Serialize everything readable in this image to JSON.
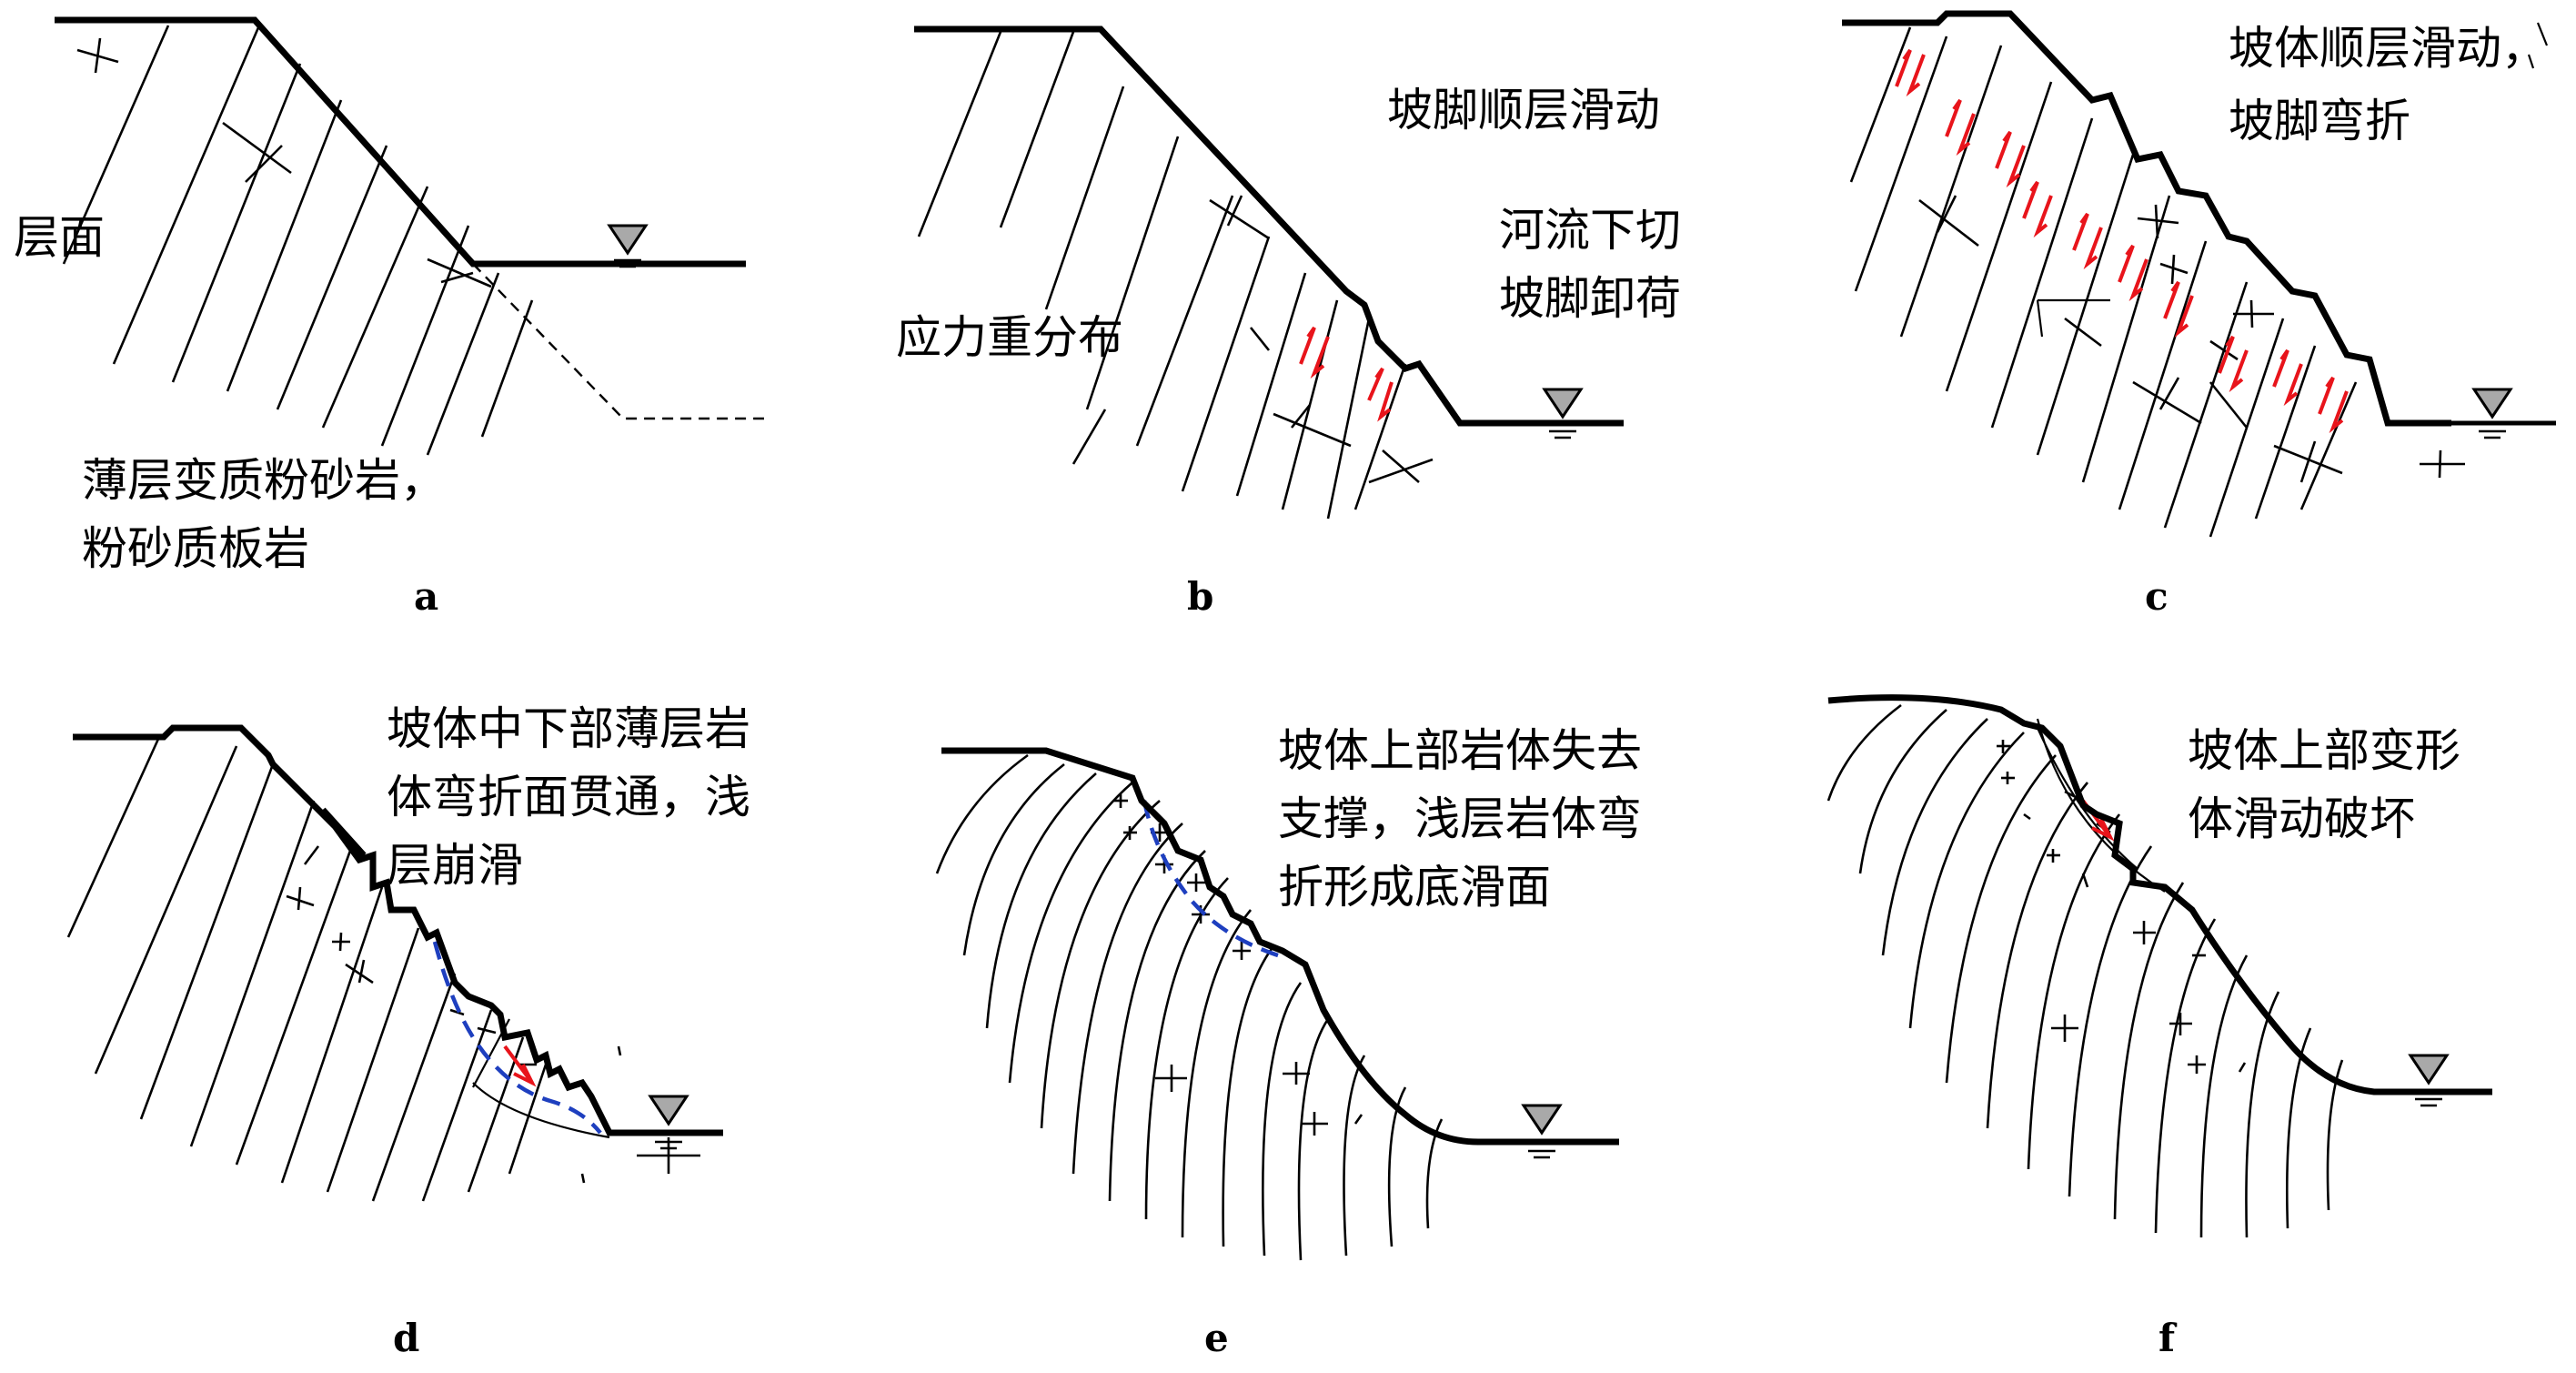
{
  "colors": {
    "shear_arrow": "#e8141b",
    "slip_surface": "#1e3fbf",
    "water_symbol": "#a9a9a9"
  },
  "icons": [
    "water-level-icon",
    "shear-arrow-icon"
  ],
  "panels": {
    "a": {
      "caption": "a",
      "text1": "层面",
      "text2": "薄层变质粉砂岩，",
      "text3": "粉砂质板岩"
    },
    "b": {
      "caption": "b",
      "text1": "坡脚顺层滑动",
      "text2": "河流下切",
      "text3": "坡脚卸荷",
      "text4": "应力重分布"
    },
    "c": {
      "caption": "c",
      "text1": "坡体顺层滑动，",
      "text2": "坡脚弯折"
    },
    "d": {
      "caption": "d",
      "text1": "坡体中下部薄层岩",
      "text2": "体弯折面贯通，浅",
      "text3": "层崩滑"
    },
    "e": {
      "caption": "e",
      "text1": "坡体上部岩体失去",
      "text2": "支撑，浅层岩体弯",
      "text3": "折形成底滑面"
    },
    "f": {
      "caption": "f",
      "text1": "坡体上部变形",
      "text2": "体滑动破坏"
    }
  }
}
